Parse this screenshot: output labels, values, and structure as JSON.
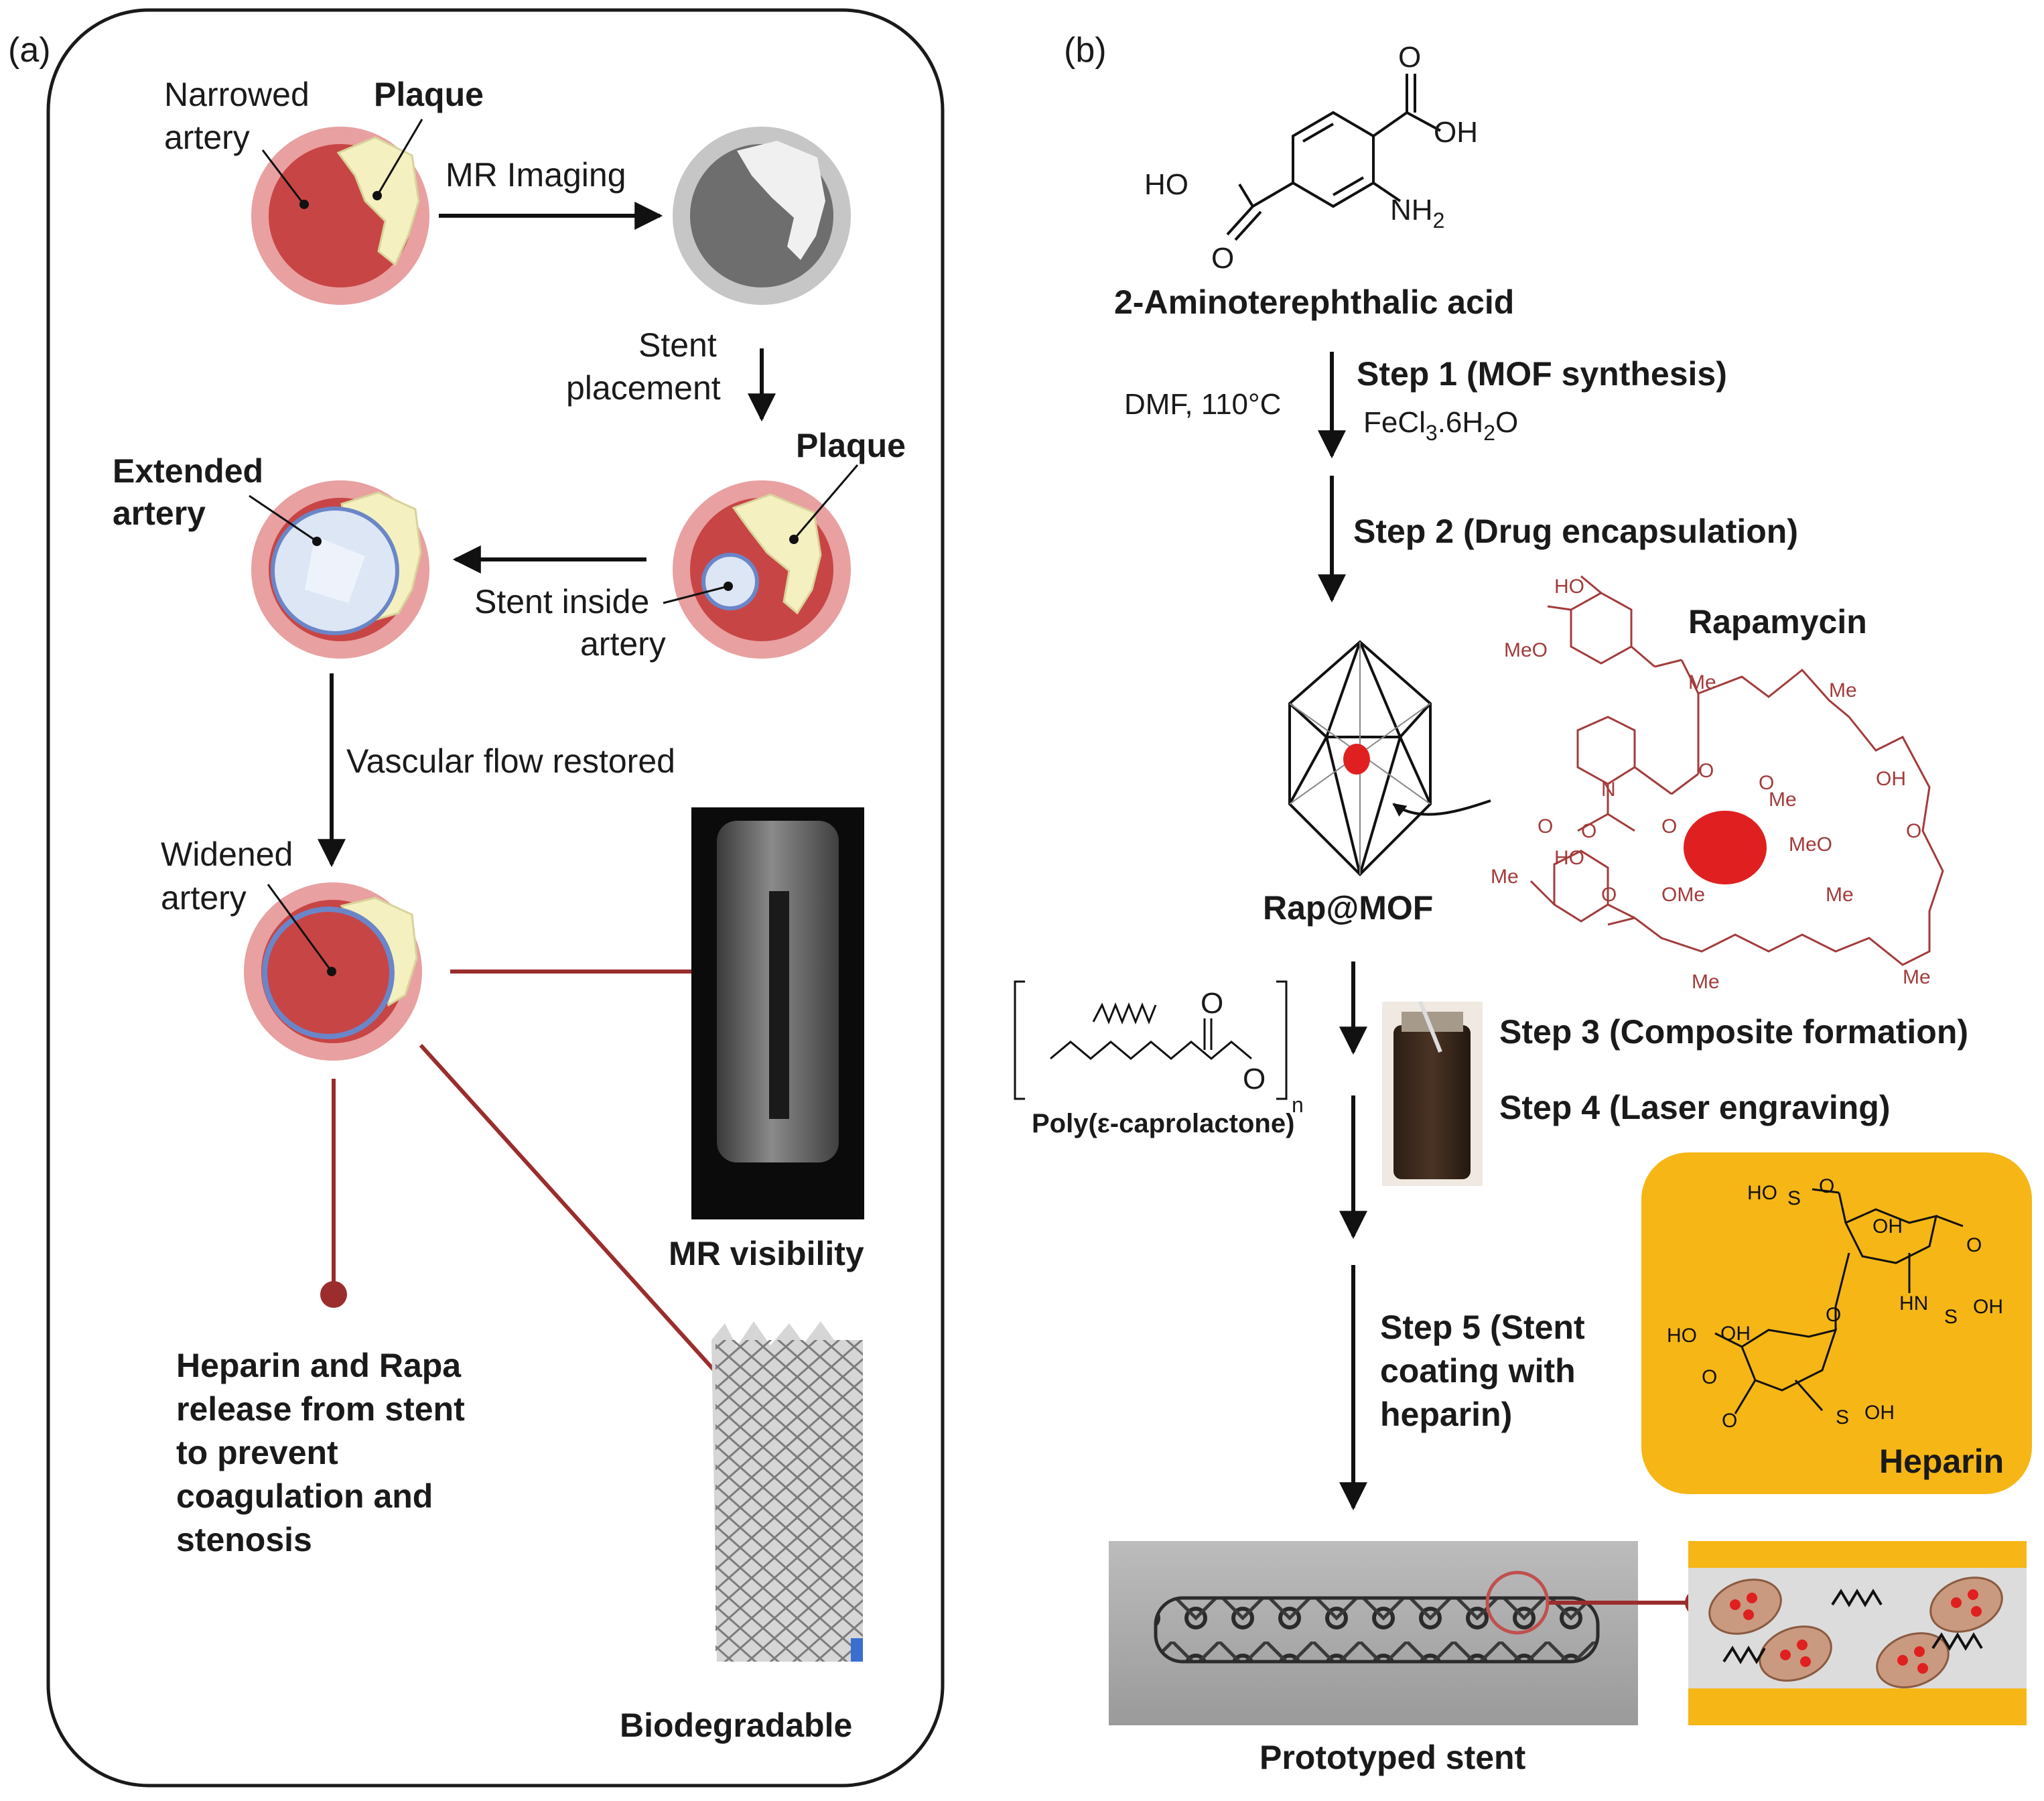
{
  "panel_a": {
    "label": "(a)",
    "narrowed_artery": [
      "Narrowed",
      "artery"
    ],
    "plaque_top": "Plaque",
    "mr_imaging": "MR Imaging",
    "stent_placement": [
      "Stent",
      "placement"
    ],
    "plaque_right": "Plaque",
    "extended_artery": [
      "Extended",
      "artery"
    ],
    "stent_inside_artery": [
      "Stent inside",
      "artery"
    ],
    "vascular_flow": "Vascular flow restored",
    "widened_artery": [
      "Widened",
      "artery"
    ],
    "mr_visibility": "MR visibility",
    "release_text": [
      "Heparin and Rapa",
      "release from stent",
      "to prevent",
      "coagulation and",
      "stenosis"
    ],
    "biodegradable": "Biodegradable"
  },
  "panel_b": {
    "label": "(b)",
    "aminoterephthalic": {
      "name": "2-Aminoterephthalic acid",
      "o_top": "O",
      "oh": "OH",
      "ho": "HO",
      "o_bottom": "O",
      "nh": "NH",
      "nh_sub": "2"
    },
    "step1": "Step 1 (MOF synthesis)",
    "step1_cond_left": "DMF, 110°C",
    "step1_cond_right": {
      "a": "FeCl",
      "b": "3",
      "c": ".6H",
      "d": "2",
      "e": "O"
    },
    "step2": "Step 2 (Drug encapsulation)",
    "rapamycin": {
      "name": "Rapamycin",
      "ho": "HO",
      "meo": "MeO",
      "me": "Me",
      "n": "N",
      "o": "O",
      "oh": "OH",
      "ome": "OMe"
    },
    "rap_mof": "Rap@MOF",
    "pcl": {
      "name": "Poly(ε-caprolactone)",
      "o_top": "O",
      "o_bottom": "O",
      "n": "n"
    },
    "step3": "Step 3 (Composite formation)",
    "step4": "Step 4 (Laser engraving)",
    "step5": [
      "Step 5 (Stent",
      "coating with",
      "heparin)"
    ],
    "heparin": {
      "name": "Heparin",
      "ho": "HO",
      "oh": "OH",
      "o": "O",
      "s": "S",
      "hn": "HN"
    },
    "prototyped_stent": "Prototyped stent"
  },
  "colors": {
    "artery_outer": "#e8a0a0",
    "artery_inner": "#c84545",
    "plaque": "#f4f0c0",
    "mr_outer": "#c6c6c6",
    "mr_inner": "#6e6e6e",
    "connector": "#9b2d2d",
    "heparin_box": "#f5b616",
    "rapamycin": "#a33b3b",
    "drug_dot": "#e02020",
    "stent_blue": "#6a86c8"
  }
}
